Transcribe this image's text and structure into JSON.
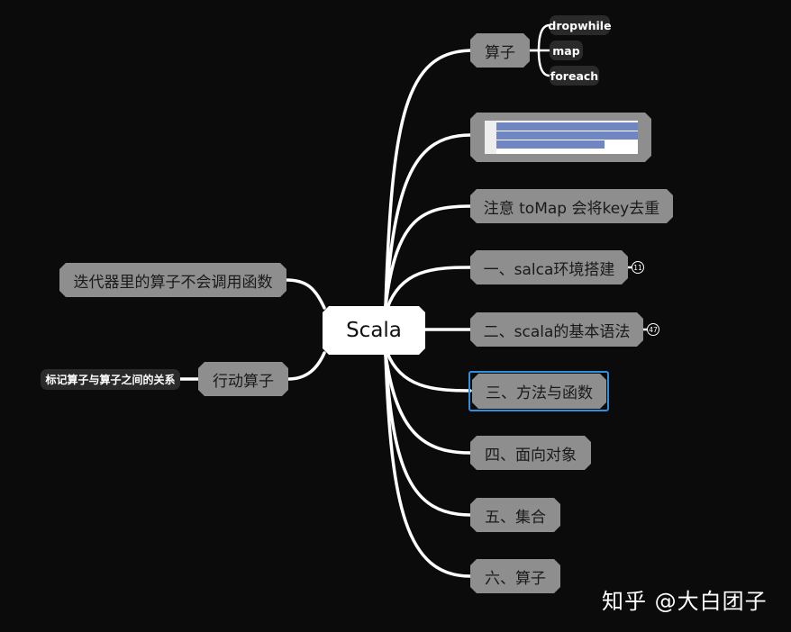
{
  "root": {
    "label": "Scala"
  },
  "right_branches": [
    {
      "label": "算子"
    },
    {
      "label": ""
    },
    {
      "label": "注意 toMap 会将key去重"
    },
    {
      "label": "一、salca环境搭建",
      "badge": "11"
    },
    {
      "label": "二、scala的基本语法",
      "badge": "47"
    },
    {
      "label": "三、方法与函数"
    },
    {
      "label": "四、面向对象"
    },
    {
      "label": "五、集合"
    },
    {
      "label": "六、算子"
    }
  ],
  "operator_children": [
    "dropwhile",
    "map",
    "foreach"
  ],
  "left_branches": [
    {
      "label": "迭代器里的算子不会调用函数"
    },
    {
      "label": "行动算子",
      "callout": "标记算子与算子之间的关系"
    }
  ],
  "watermark": "知乎 @大白团子",
  "colors": {
    "background": "#0b0b0b",
    "node": "#8e8e8e",
    "root": "#ffffff",
    "line": "#ffffff",
    "selected": "#2f8fe0"
  }
}
